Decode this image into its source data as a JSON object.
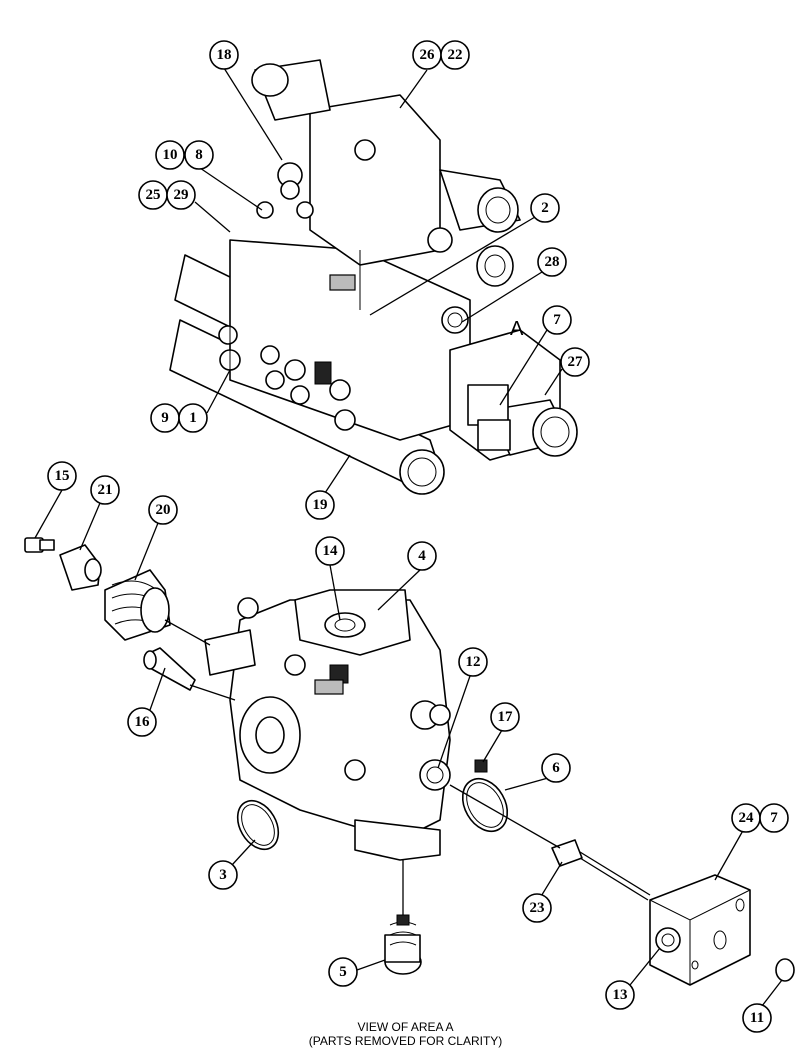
{
  "area_label": "A",
  "caption": {
    "line1": "VIEW OF AREA A",
    "line2": "(PARTS REMOVED FOR CLARITY)"
  },
  "callouts": {
    "c18": "18",
    "c26": "26",
    "c22": "22",
    "c10": "10",
    "c8": "8",
    "c25": "25",
    "c29": "29",
    "c2": "2",
    "c28": "28",
    "c7a": "7",
    "c27": "27",
    "c9": "9",
    "c1": "1",
    "c19": "19",
    "c15": "15",
    "c21": "21",
    "c20": "20",
    "c14": "14",
    "c4": "4",
    "c12": "12",
    "c16": "16",
    "c17": "17",
    "c6": "6",
    "c3": "3",
    "c24": "24",
    "c7b": "7",
    "c23": "23",
    "c5": "5",
    "c13": "13",
    "c11": "11"
  }
}
